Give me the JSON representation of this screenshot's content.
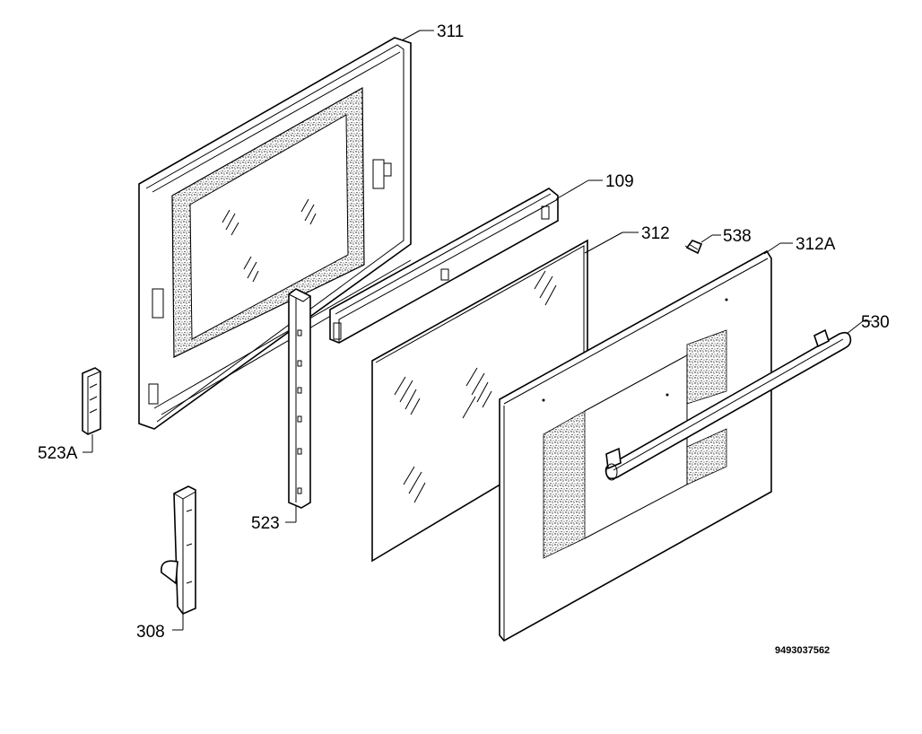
{
  "diagram": {
    "reference_number": "9493037562",
    "labels": {
      "p311": "311",
      "p109": "109",
      "p312": "312",
      "p538": "538",
      "p312A": "312A",
      "p530": "530",
      "p523A": "523A",
      "p523": "523",
      "p308": "308"
    }
  }
}
